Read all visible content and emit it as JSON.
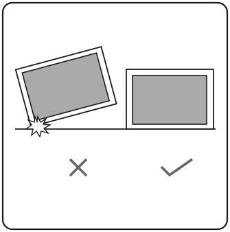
{
  "card": {
    "border_color": "#1a1a1a",
    "background": "#ffffff"
  },
  "panels": [
    {
      "name": "wrong-placement",
      "state": "tilted",
      "frame_fill": "#ffffff",
      "screen_fill": "#aaaaaa",
      "impact_icon": "impact-burst-icon",
      "verdict_icon": "cross-icon"
    },
    {
      "name": "correct-placement",
      "state": "flat",
      "frame_fill": "#ffffff",
      "screen_fill": "#aaaaaa",
      "verdict_icon": "check-icon"
    }
  ],
  "colors": {
    "line": "#1a1a1a",
    "screen": "#aaaaaa",
    "icon": "#666666"
  }
}
